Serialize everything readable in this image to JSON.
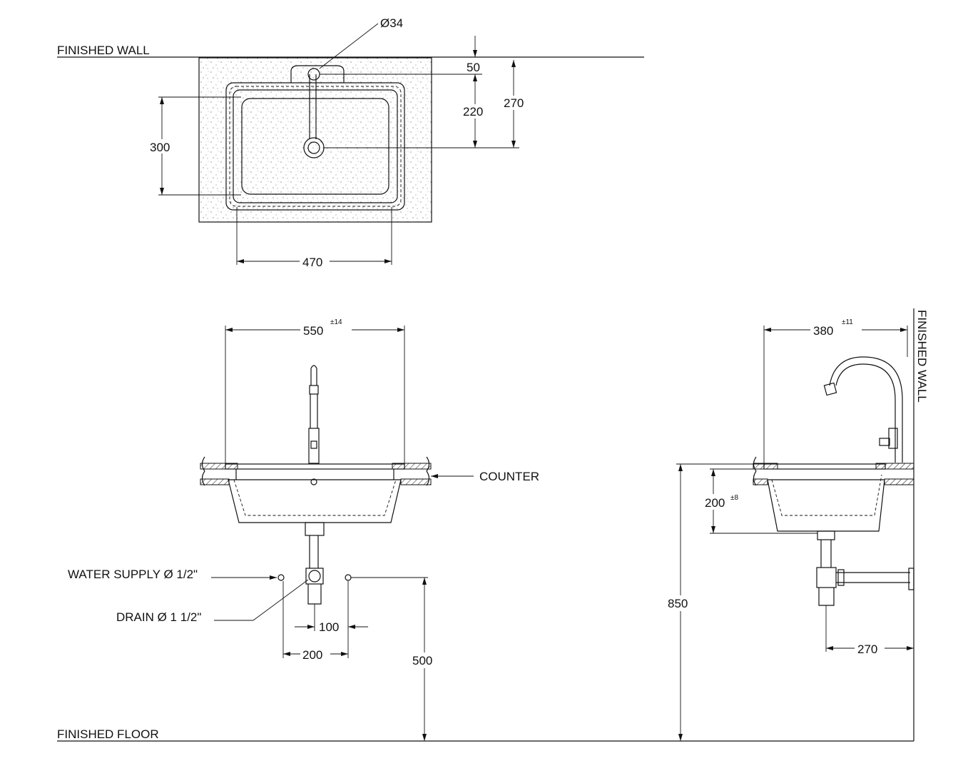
{
  "labels": {
    "finished_wall_top": "FINISHED WALL",
    "finished_wall_side": "FINISHED WALL",
    "finished_floor": "FINISHED FLOOR",
    "counter": "COUNTER",
    "water_supply": "WATER SUPPLY Ø 1/2\"",
    "drain": "DRAIN Ø 1 1/2\""
  },
  "plan_view": {
    "hole_diameter": "Ø34",
    "wall_to_hole": "50",
    "hole_to_drain": "220",
    "wall_to_drain": "270",
    "bowl_depth": "300",
    "bowl_width": "470"
  },
  "front_view": {
    "overall_width": "550",
    "overall_width_tol": "±14",
    "supply_spacing": "200",
    "drain_offset": "100",
    "supply_height": "500"
  },
  "side_view": {
    "overall_depth": "380",
    "overall_depth_tol": "±11",
    "bowl_height": "200",
    "bowl_height_tol": "±8",
    "counter_height": "850",
    "drain_to_wall": "270"
  }
}
